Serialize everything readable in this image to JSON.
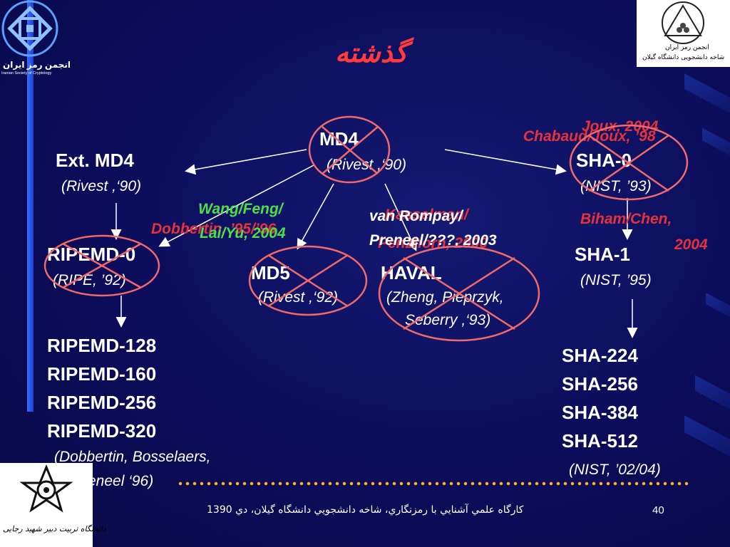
{
  "slide": {
    "title": "گذشته",
    "footer": "كارگاه علمي آشنايي با رمزنگاري، شاخه دانشجويي دانشگاه گيلان، دي 1390",
    "page_number": "40"
  },
  "logos": {
    "top_left": "انجمن رمز ایران",
    "top_left_sub": "Iranian Society of Cryptology",
    "top_right_line1": "انجمن رمز ایران",
    "top_right_line2": "شاخه دانشجویی دانشگاه گیلان",
    "bottom_left": "دانشگاه تربیت دبیر شهید رجایی"
  },
  "nodes": {
    "md4": {
      "name": "MD4",
      "ref": "(Rivest ,‘90)"
    },
    "extmd4": {
      "name": "Ext. MD4",
      "ref": "(Rivest ,‘90)"
    },
    "sha0": {
      "name": "SHA-0",
      "ref": "(NIST, ’93)"
    },
    "ripemd0": {
      "name": "RIPEMD-0",
      "ref": "(RIPE, ’92)"
    },
    "md5": {
      "name": "MD5",
      "ref": "(Rivest ,‘92)"
    },
    "haval": {
      "name": "HAVAL",
      "ref1": "(Zheng, Pieprzyk,",
      "ref2": "Seberry ,‘93)"
    },
    "sha1": {
      "name": "SHA-1",
      "ref": "(NIST, ’95)"
    },
    "ripemd_family": {
      "items": [
        "RIPEMD-128",
        "RIPEMD-160",
        "RIPEMD-256",
        "RIPEMD-320"
      ],
      "ref1": "(Dobbertin, Bosselaers,",
      "ref2": "Preneel ‘96)"
    },
    "sha2_family": {
      "items": [
        "SHA-224",
        "SHA-256",
        "SHA-384",
        "SHA-512"
      ],
      "ref": "(NIST, ’02/04)"
    }
  },
  "attacks": {
    "joux": "Joux, 2004",
    "chabaud": "Chabaud/Joux, ’98",
    "biham1": "Biham/Chen,",
    "biham2": "2004",
    "dobbertin": "Dobbertin, ’95/’96",
    "wang1": "Wang/Feng/",
    "wang2": "Lai/Yu, 2004",
    "vanrompay1": "van Rompay/",
    "vanrompay2": "Preneel/???, 2003",
    "kasselman1": "Kasselman/",
    "kasselman2": "Penzhorn, 2000"
  },
  "colors": {
    "background": "#0b0b55",
    "title": "#ff3b3b",
    "attack_red": "#e8323a",
    "attack_green": "#4be04b",
    "cross": "#f06a6a",
    "dots": "#ffb020"
  }
}
